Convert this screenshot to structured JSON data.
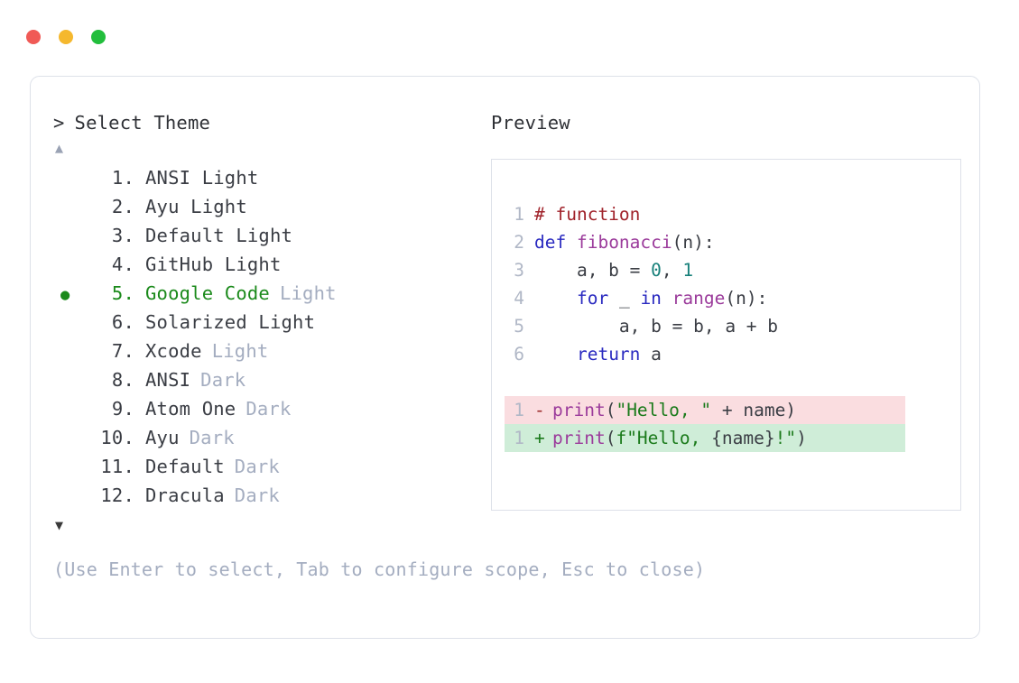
{
  "window": {
    "controls": [
      {
        "name": "close",
        "color": "#f05a56"
      },
      {
        "name": "minimize",
        "color": "#f5b82e"
      },
      {
        "name": "maximize",
        "color": "#22be3c"
      }
    ]
  },
  "selector": {
    "caret": ">",
    "title": "Select Theme",
    "scroll_up": "▲",
    "scroll_down": "▼",
    "selected_index": 5,
    "bullet": "●",
    "items": [
      {
        "index": "1.",
        "name": "ANSI Light",
        "variant": "",
        "selected": false
      },
      {
        "index": "2.",
        "name": "Ayu Light",
        "variant": "",
        "selected": false
      },
      {
        "index": "3.",
        "name": "Default Light",
        "variant": "",
        "selected": false
      },
      {
        "index": "4.",
        "name": "GitHub Light",
        "variant": "",
        "selected": false
      },
      {
        "index": "5.",
        "name": "Google Code",
        "variant": "Light",
        "selected": true
      },
      {
        "index": "6.",
        "name": "Solarized Light",
        "variant": "",
        "selected": false
      },
      {
        "index": "7.",
        "name": "Xcode",
        "variant": "Light",
        "selected": false
      },
      {
        "index": "8.",
        "name": "ANSI",
        "variant": "Dark",
        "selected": false
      },
      {
        "index": "9.",
        "name": "Atom One",
        "variant": "Dark",
        "selected": false
      },
      {
        "index": "10.",
        "name": "Ayu",
        "variant": "Dark",
        "selected": false
      },
      {
        "index": "11.",
        "name": "Default",
        "variant": "Dark",
        "selected": false
      },
      {
        "index": "12.",
        "name": "Dracula",
        "variant": "Dark",
        "selected": false
      }
    ]
  },
  "preview": {
    "label": "Preview",
    "code_lines": [
      {
        "no": "1",
        "tokens": [
          {
            "t": "# function",
            "c": "t-comment"
          }
        ]
      },
      {
        "no": "2",
        "tokens": [
          {
            "t": "def ",
            "c": "t-kw"
          },
          {
            "t": "fibonacci",
            "c": "t-fn"
          },
          {
            "t": "(n):",
            "c": "t-punct"
          }
        ]
      },
      {
        "no": "3",
        "tokens": [
          {
            "t": "    a, b = ",
            "c": "t-plain"
          },
          {
            "t": "0",
            "c": "t-num"
          },
          {
            "t": ", ",
            "c": "t-plain"
          },
          {
            "t": "1",
            "c": "t-num"
          }
        ]
      },
      {
        "no": "4",
        "tokens": [
          {
            "t": "    ",
            "c": "t-plain"
          },
          {
            "t": "for",
            "c": "t-kw"
          },
          {
            "t": " _ ",
            "c": "t-plain"
          },
          {
            "t": "in",
            "c": "t-kw"
          },
          {
            "t": " ",
            "c": "t-plain"
          },
          {
            "t": "range",
            "c": "t-builtin"
          },
          {
            "t": "(n):",
            "c": "t-punct"
          }
        ]
      },
      {
        "no": "5",
        "tokens": [
          {
            "t": "        a, b = b, a + b",
            "c": "t-plain"
          }
        ]
      },
      {
        "no": "6",
        "tokens": [
          {
            "t": "    ",
            "c": "t-plain"
          },
          {
            "t": "return",
            "c": "t-kw"
          },
          {
            "t": " a",
            "c": "t-plain"
          }
        ]
      }
    ],
    "diff_lines": [
      {
        "no": "1",
        "sign": "-",
        "kind": "diff-del",
        "tokens": [
          {
            "t": "print",
            "c": "t-fn"
          },
          {
            "t": "(",
            "c": "t-punct"
          },
          {
            "t": "\"Hello, \"",
            "c": "t-str"
          },
          {
            "t": " + name)",
            "c": "t-plain"
          }
        ]
      },
      {
        "no": "1",
        "sign": "+",
        "kind": "diff-add",
        "tokens": [
          {
            "t": "print",
            "c": "t-fn"
          },
          {
            "t": "(",
            "c": "t-punct"
          },
          {
            "t": "f\"Hello, ",
            "c": "t-str"
          },
          {
            "t": "{name}",
            "c": "t-plain"
          },
          {
            "t": "!\"",
            "c": "t-str"
          },
          {
            "t": ")",
            "c": "t-punct"
          }
        ]
      }
    ]
  },
  "help": {
    "text": "(Use Enter to select, Tab to configure scope, Esc to close)"
  }
}
